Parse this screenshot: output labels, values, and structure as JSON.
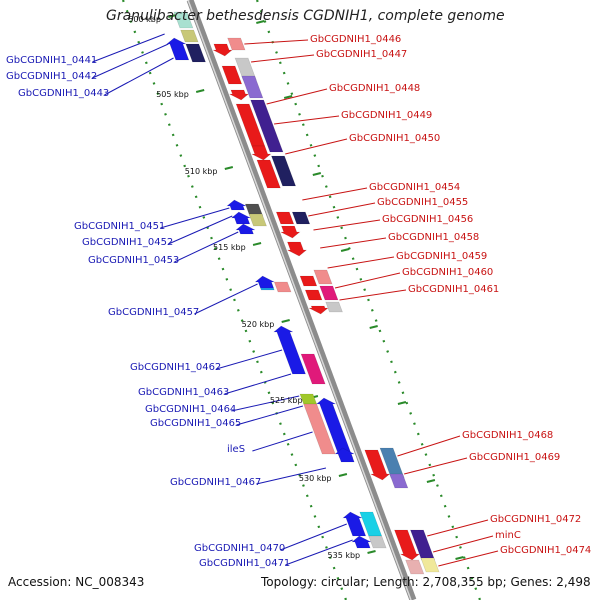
{
  "title": "Granulibacter bethesdensis CGDNIH1, complete genome",
  "footer": {
    "accession": "Accession: NC_008343",
    "topology": "Topology: circular; Length: 2,708,355 bp; Genes: 2,498"
  },
  "ticks": [
    "500 kbp",
    "505 kbp",
    "510 kbp",
    "515 kbp",
    "520 kbp",
    "525 kbp",
    "530 kbp",
    "535 kbp"
  ],
  "labels_left": [
    "GbCGDNIH1_0441",
    "GbCGDNIH1_0442",
    "GbCGDNIH1_0443",
    "GbCGDNIH1_0451",
    "GbCGDNIH1_0452",
    "GbCGDNIH1_0453",
    "GbCGDNIH1_0457",
    "GbCGDNIH1_0462",
    "GbCGDNIH1_0463",
    "GbCGDNIH1_0464",
    "GbCGDNIH1_0465",
    "ileS",
    "GbCGDNIH1_0467",
    "GbCGDNIH1_0470",
    "GbCGDNIH1_0471"
  ],
  "labels_right": [
    "GbCGDNIH1_0446",
    "GbCGDNIH1_0447",
    "GbCGDNIH1_0448",
    "GbCGDNIH1_0449",
    "GbCGDNIH1_0450",
    "GbCGDNIH1_0454",
    "GbCGDNIH1_0455",
    "GbCGDNIH1_0456",
    "GbCGDNIH1_0458",
    "GbCGDNIH1_0459",
    "GbCGDNIH1_0460",
    "GbCGDNIH1_0461",
    "GbCGDNIH1_0468",
    "GbCGDNIH1_0469",
    "GbCGDNIH1_0472",
    "minC",
    "GbCGDNIH1_0474"
  ],
  "colors": {
    "forward_gene": "#e81a1a",
    "reverse_gene": "#1414e6",
    "backbone": "#8c8c8c",
    "track_dots": "#2a8a2a",
    "left_label": "#1a1ab4",
    "right_label": "#c81414"
  }
}
